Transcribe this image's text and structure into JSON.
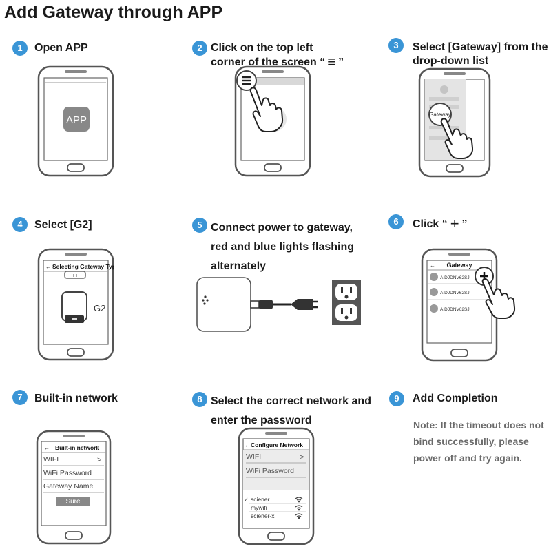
{
  "page": {
    "title": "Add Gateway through APP"
  },
  "steps": [
    {
      "number": "1",
      "lines": [
        "Open APP"
      ]
    },
    {
      "number": "2",
      "lines": [
        "Click on the top left",
        "corner of the screen"
      ],
      "quote_open": "“",
      "quote_symbol": "≡",
      "quote_close": "”"
    },
    {
      "number": "3",
      "lines": [
        "Select [Gateway] from the",
        "drop-down list"
      ]
    },
    {
      "number": "4",
      "lines": [
        "Select [G2]"
      ]
    },
    {
      "number": "5",
      "lines": [
        "Connect power to gateway,",
        "red and blue lights flashing",
        "alternately"
      ]
    },
    {
      "number": "6",
      "lines": [
        "Click "
      ],
      "quote_open": "“",
      "quote_symbol": "+",
      "quote_close": "”"
    },
    {
      "number": "7",
      "lines": [
        "Built-in network"
      ]
    },
    {
      "number": "8",
      "lines": [
        "Select the correct network and",
        "enter the password"
      ]
    },
    {
      "number": "9",
      "lines": [
        "Add Completion"
      ]
    }
  ],
  "note": {
    "lines": [
      "Note: If the timeout does not",
      "bind successfully, please",
      "power off and try again."
    ]
  },
  "screens": {
    "app_icon_label": "APP",
    "gateway_bubble_label": "Gateway",
    "select_type": {
      "header": "Selecting Gateway Type",
      "back": "←",
      "model": "G2"
    },
    "gateway_list": {
      "header": "Gateway",
      "back": "←",
      "items": [
        "AIDJDNV62SJ",
        "AIDJDNV62SJ",
        "AIDJDNV62SJ"
      ]
    },
    "builtin": {
      "header": "Built-in network",
      "back": "←",
      "wifi": "WIFI",
      "wifi_arrow": ">",
      "password": "WiFi Password",
      "gateway_name": "Gateway Name",
      "button": "Sure"
    },
    "configure": {
      "header": "Configure Network",
      "back": "←",
      "wifi": "WIFI",
      "wifi_arrow": ">",
      "password": "WiFi Password",
      "networks": [
        {
          "name": "sciener",
          "selected": true
        },
        {
          "name": "mywifi",
          "selected": false
        },
        {
          "name": "sciener-x",
          "selected": false
        }
      ],
      "check": "✓"
    }
  },
  "colors": {
    "badge": "#3a95d6",
    "outlet": "#555555"
  }
}
